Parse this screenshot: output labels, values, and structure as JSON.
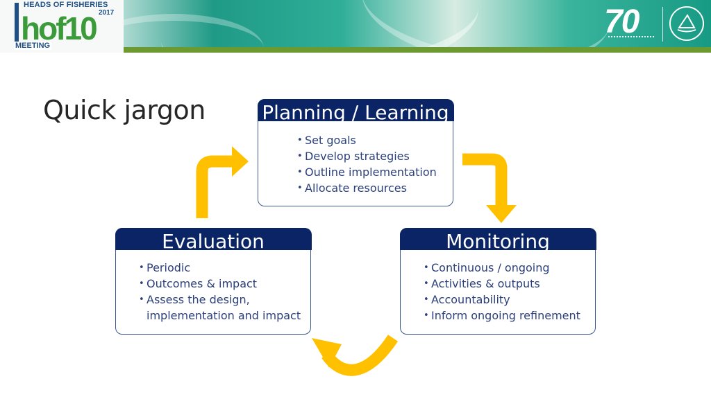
{
  "header": {
    "event_name": "HEADS OF FISHERIES",
    "year": "2017",
    "logo_mark": "hof10",
    "meeting_label": "MEETING",
    "anniversary_mark": "70",
    "colors": {
      "banner_teal": "#1f9a86",
      "banner_green_stripe": "#6c9a30",
      "brand_blue": "#1e4f86"
    }
  },
  "slide": {
    "title": "Quick jargon"
  },
  "cycle": {
    "planning": {
      "title": "Planning / Learning",
      "items": [
        "Set goals",
        "Develop strategies",
        "Outline implementation",
        "Allocate resources"
      ]
    },
    "monitoring": {
      "title": "Monitoring",
      "items": [
        "Continuous / ongoing",
        "Activities & outputs",
        "Accountability",
        "Inform ongoing refinement"
      ]
    },
    "evaluation": {
      "title": "Evaluation",
      "items": [
        "Periodic",
        "Outcomes & impact",
        "Assess the design,",
        "implementation and impact"
      ]
    },
    "colors": {
      "header_fill": "#0a2466",
      "border": "#3a5a8c",
      "text": "#2b3f7a",
      "arrow": "#ffc000"
    }
  }
}
